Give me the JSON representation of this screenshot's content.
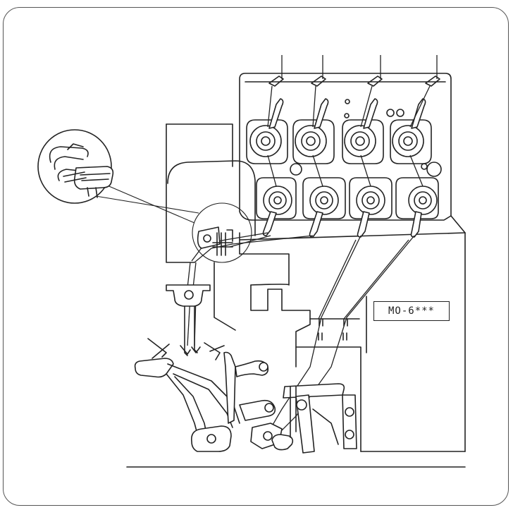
{
  "model_label": "MO-6***",
  "tension_dials": {
    "upper_row": 4,
    "lower_row": 4
  },
  "thread_spools": 4,
  "colors": {
    "line": "#222222",
    "background": "#ffffff",
    "frame": "#555555"
  }
}
